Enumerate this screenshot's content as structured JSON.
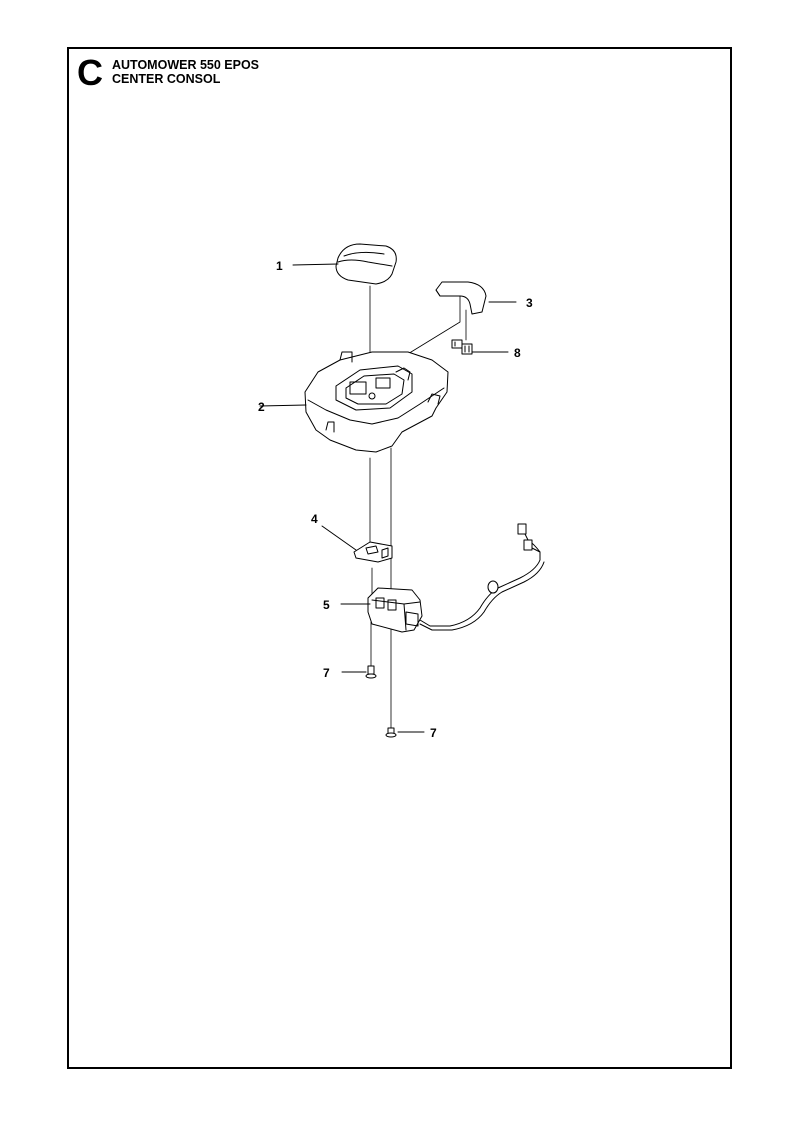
{
  "header": {
    "section_letter": "C",
    "model": "AUTOMOWER 550 EPOS",
    "assembly": "CENTER CONSOL"
  },
  "callouts": [
    {
      "id": "c1",
      "label": "1"
    },
    {
      "id": "c2",
      "label": "2"
    },
    {
      "id": "c3",
      "label": "3"
    },
    {
      "id": "c8",
      "label": "8"
    },
    {
      "id": "c4",
      "label": "4"
    },
    {
      "id": "c5",
      "label": "5"
    },
    {
      "id": "c7a",
      "label": "7"
    },
    {
      "id": "c7b",
      "label": "7"
    }
  ]
}
